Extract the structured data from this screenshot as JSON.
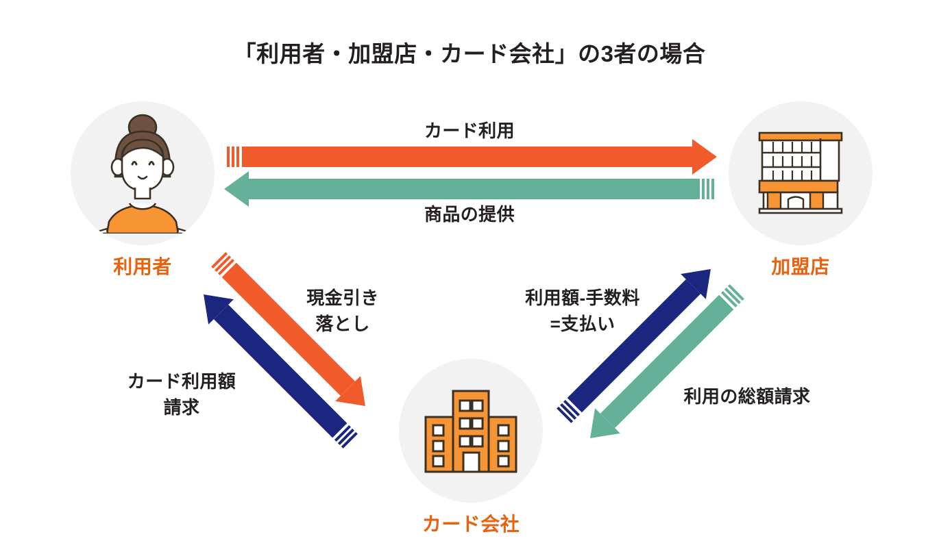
{
  "title": "「利用者・加盟店・カード会社」の3者の場合",
  "colors": {
    "orange_arrow": "#F15B2B",
    "green_arrow": "#65B098",
    "navy_arrow": "#1B267F",
    "node_label": "#E8620F",
    "text": "#231F20",
    "circle_bg": "#F2F2F2",
    "icon_orange": "#F79433",
    "icon_outline": "#3B3024"
  },
  "nodes": [
    {
      "id": "user",
      "label": "利用者",
      "icon": "person-woman-icon"
    },
    {
      "id": "merchant",
      "label": "加盟店",
      "icon": "store-building-icon"
    },
    {
      "id": "card",
      "label": "カード会社",
      "icon": "office-building-icon"
    }
  ],
  "edges": [
    {
      "id": "card-use",
      "label": "カード利用",
      "from": "user",
      "to": "merchant",
      "color": "#F15B2B",
      "direction": "right"
    },
    {
      "id": "goods",
      "label": "商品の提供",
      "from": "merchant",
      "to": "user",
      "color": "#65B098",
      "direction": "left"
    },
    {
      "id": "cash-debit",
      "label": "現金引き\n落とし",
      "label_line1": "現金引き",
      "label_line2": "落とし",
      "from": "user",
      "to": "card",
      "color": "#F15B2B",
      "direction": "down-right"
    },
    {
      "id": "billing",
      "label": "カード利用額\n請求",
      "label_line1": "カード利用額",
      "label_line2": "請求",
      "from": "card",
      "to": "user",
      "color": "#1B267F",
      "direction": "up-left"
    },
    {
      "id": "fee-payment",
      "label": "利用額-手数料\n=支払い",
      "label_line1": "利用額-手数料",
      "label_line2": "=支払い",
      "from": "card",
      "to": "merchant",
      "color": "#1B267F",
      "direction": "up-right"
    },
    {
      "id": "total-claim",
      "label": "利用の総額請求",
      "label_line1": "利用の総額請求",
      "label_line2": "",
      "from": "merchant",
      "to": "card",
      "color": "#65B098",
      "direction": "down-left"
    }
  ]
}
